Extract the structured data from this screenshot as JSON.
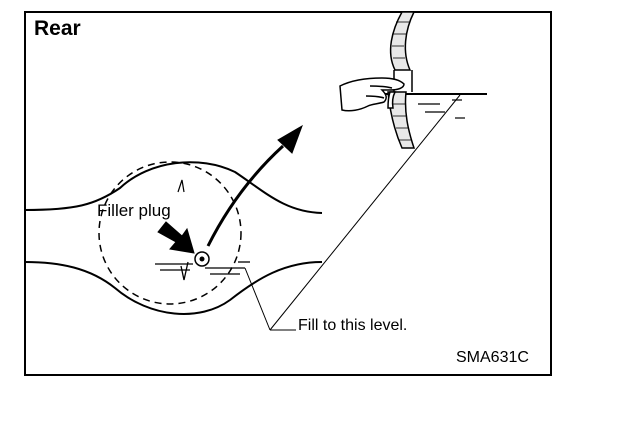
{
  "figure": {
    "title": "Rear",
    "callouts": {
      "filler_plug": "Filler plug",
      "fill_level": "Fill to this level."
    },
    "figure_code": "SMA631C",
    "colors": {
      "ink": "#000000",
      "paper": "#ffffff"
    }
  }
}
